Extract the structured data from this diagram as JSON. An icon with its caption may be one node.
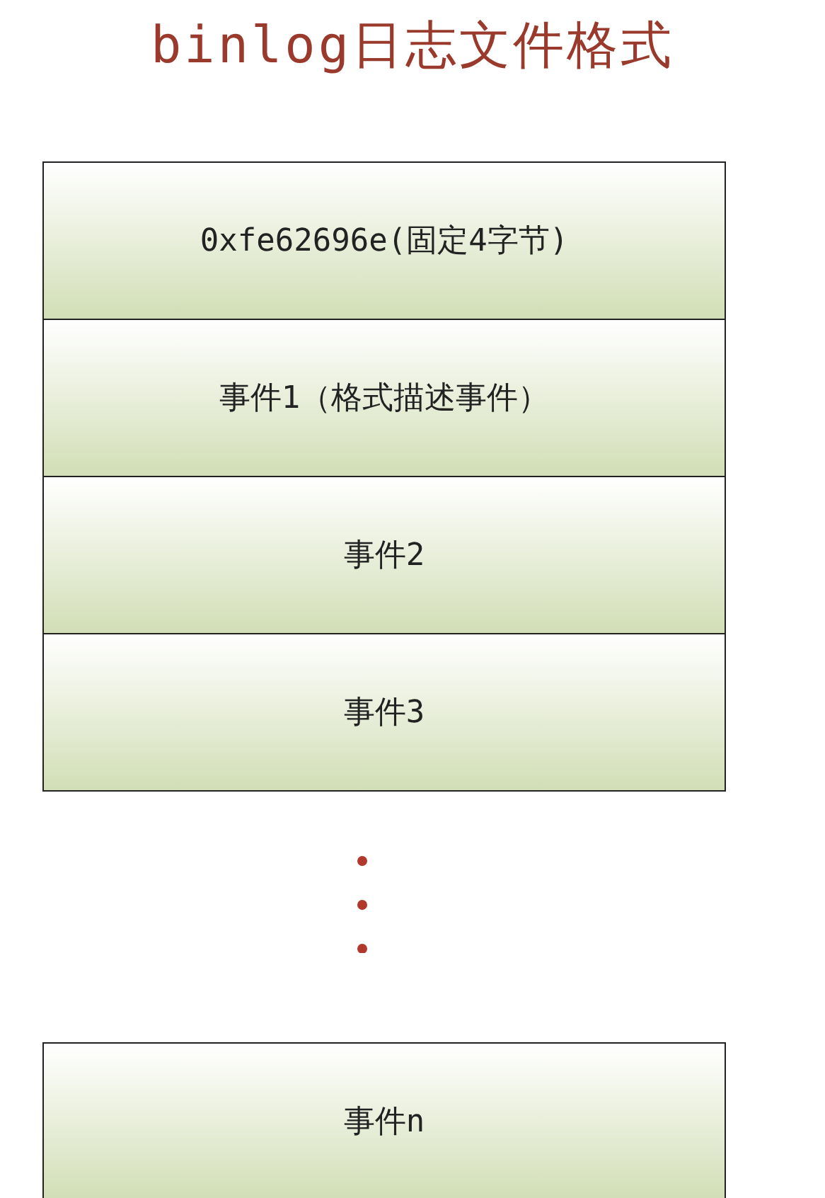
{
  "diagram": {
    "title": "binlog日志文件格式",
    "nodes": [
      {
        "text": [
          "0xfe62696e(固定4字节)"
        ]
      },
      {
        "text": [
          "事件1（格式描述事件）"
        ]
      },
      {
        "text": [
          "事件2"
        ]
      },
      {
        "text": [
          "事件3"
        ]
      },
      {
        "text": [
          "事件n"
        ]
      }
    ],
    "edges": []
  }
}
